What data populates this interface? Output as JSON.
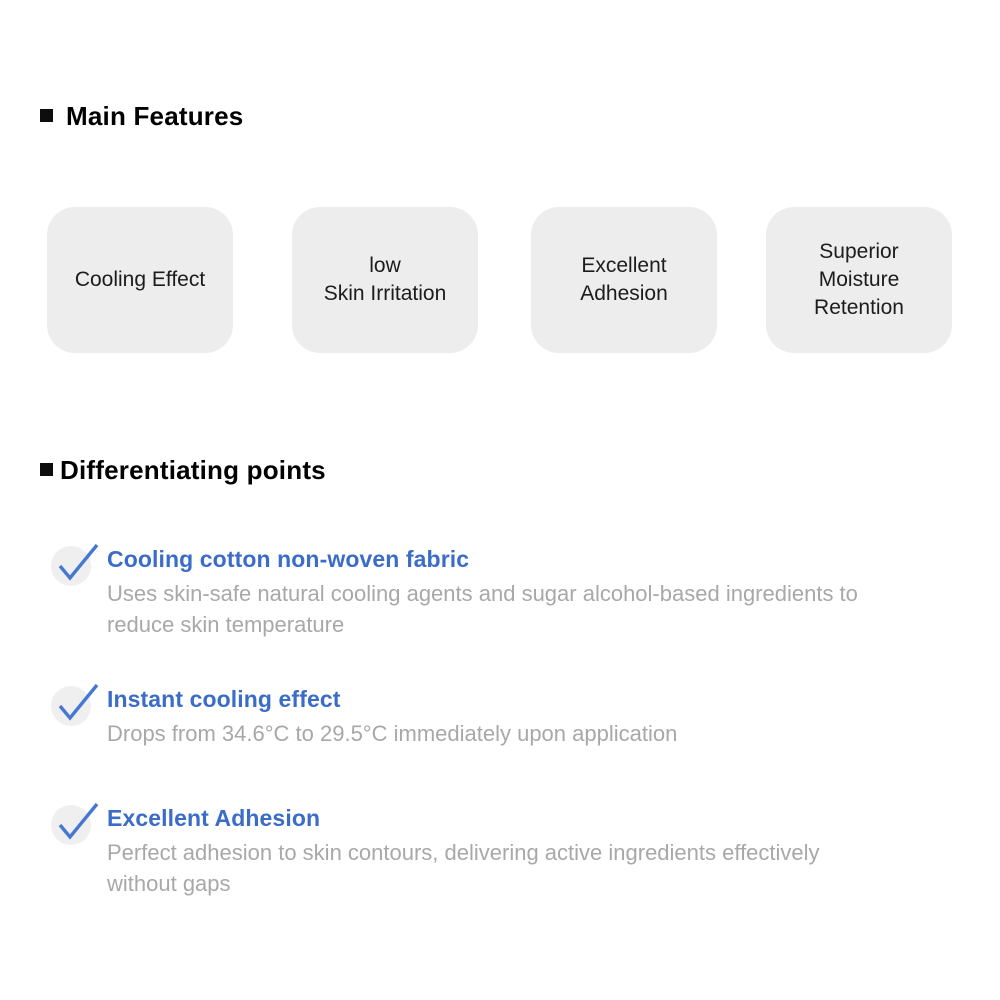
{
  "colors": {
    "accent_blue": "#3a6cc8",
    "check_blue": "#4678d2",
    "description_gray": "#a8a8a8",
    "box_background": "#ededed",
    "heading_black": "#000000"
  },
  "icons": {
    "heading_bullet": "black-square",
    "item_check": "blue-checkmark-on-gray-circle"
  },
  "main_features": {
    "title": "Main Features",
    "boxes": [
      {
        "label": "Cooling Effect"
      },
      {
        "label": "low\nSkin Irritation"
      },
      {
        "label": "Excellent\nAdhesion"
      },
      {
        "label": "Superior\nMoisture\nRetention"
      }
    ]
  },
  "differentiating_points": {
    "title": "Differentiating points",
    "items": [
      {
        "title": "Cooling cotton non-woven fabric",
        "description": "Uses skin-safe natural cooling agents and sugar alcohol-based ingredients to reduce skin temperature"
      },
      {
        "title": "Instant cooling effect",
        "description": "Drops from 34.6°C to 29.5°C immediately upon application"
      },
      {
        "title": "Excellent Adhesion",
        "description": "Perfect adhesion to skin contours, delivering active ingredients effectively without gaps"
      }
    ]
  }
}
